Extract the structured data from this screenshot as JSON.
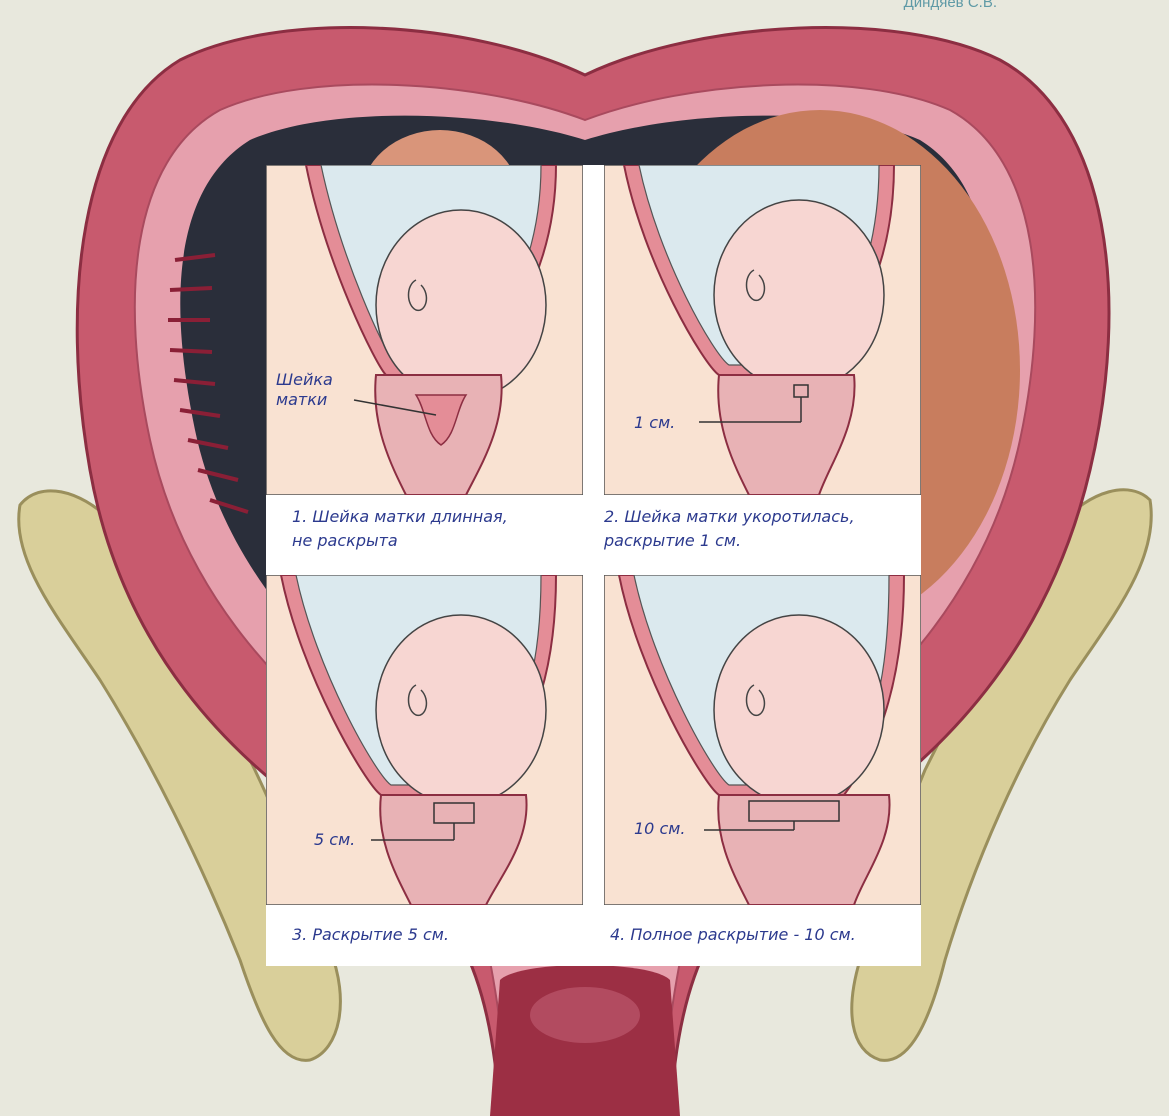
{
  "author": "Диндяев С.В.",
  "colors": {
    "background": "#e8e8dd",
    "uterus_wall": "#c85a6e",
    "bone": "#d9cf9a",
    "panel_skin": "#f9e2d2",
    "label_text": "#2c3a8e"
  },
  "panels": [
    {
      "stage": 1,
      "caption_line1": "1. Шейка матки длинная,",
      "caption_line2": "не раскрыта",
      "label_line1": "Шейка",
      "label_line2": "матки"
    },
    {
      "stage": 2,
      "caption_line1": "2. Шейка матки укоротилась,",
      "caption_line2": "раскрытие 1 см.",
      "label_line1": "1 см.",
      "label_line2": ""
    },
    {
      "stage": 3,
      "caption_line1": "3. Раскрытие 5 см.",
      "caption_line2": "",
      "label_line1": "5 см.",
      "label_line2": ""
    },
    {
      "stage": 4,
      "caption_line1": "4. Полное раскрытие - 10 см.",
      "caption_line2": "",
      "label_line1": "10 см.",
      "label_line2": ""
    }
  ]
}
